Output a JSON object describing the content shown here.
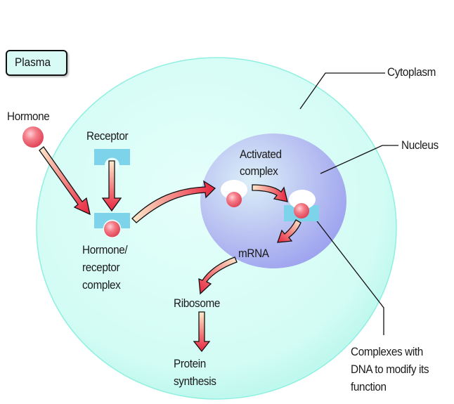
{
  "title_box": {
    "label": "Plasma"
  },
  "labels": {
    "hormone": "Hormone",
    "receptor": "Receptor",
    "hormone_receptor_complex": [
      "Hormone/",
      "receptor",
      "complex"
    ],
    "activated_complex": [
      "Activated",
      "complex"
    ],
    "mrna": "mRNA",
    "ribosome": "Ribosome",
    "protein_synthesis": [
      "Protein",
      "synthesis"
    ],
    "cytoplasm": "Cytoplasm",
    "nucleus": "Nucleus",
    "dna_complex": [
      "Complexes with",
      "DNA to modify its",
      "function"
    ]
  },
  "colors": {
    "cytoplasm_fill": "#c9fbf1",
    "cytoplasm_edge": "#8ff0e0",
    "nucleus_fill": "#aeb2f2",
    "nucleus_center": "#d6e8f6",
    "receptor": "#7dd3ea",
    "hormone": "#f06e7a",
    "arrow_start": "#fde9c8",
    "arrow_end": "#e8243f",
    "leader_line": "#111111"
  },
  "flow": [
    {
      "from": "Hormone",
      "to": "Hormone/receptor complex"
    },
    {
      "from": "Receptor",
      "to": "Hormone/receptor complex"
    },
    {
      "from": "Hormone/receptor complex",
      "to": "Activated complex"
    },
    {
      "from": "Activated complex",
      "to": "Complexes with DNA to modify its function"
    },
    {
      "from": "Complexes with DNA to modify its function",
      "to": "mRNA"
    },
    {
      "from": "mRNA",
      "to": "Ribosome"
    },
    {
      "from": "Ribosome",
      "to": "Protein synthesis"
    }
  ]
}
